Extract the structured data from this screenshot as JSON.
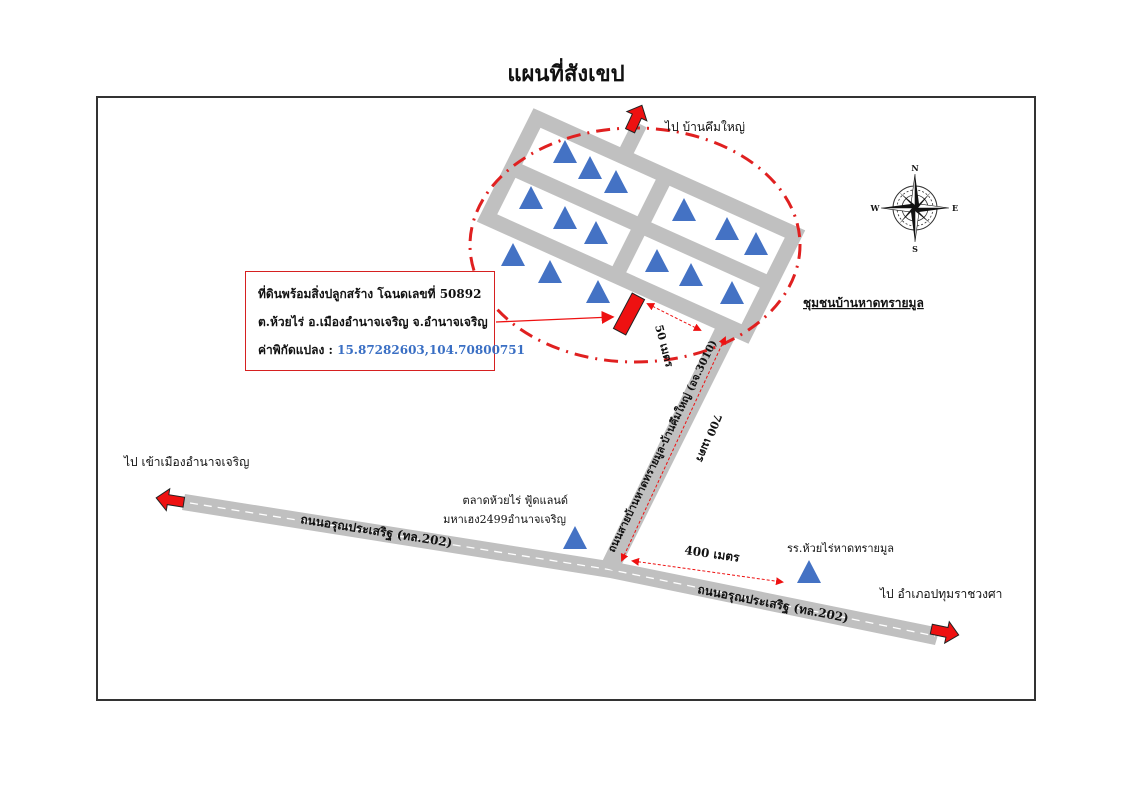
{
  "title": "แผนที่สังเขป",
  "info_box": {
    "line1": "ที่ดินพร้อมสิ่งปลูกสร้าง โฉนดเลขที่ 50892",
    "line2": "ต.ห้วยไร่ อ.เมืองอำนาจเจริญ จ.อำนาจเจริญ",
    "coord_label": "ค่าพิกัดแปลง : ",
    "coord_value": "15.87282603,104.70800751"
  },
  "labels": {
    "to_khum_yai": "ไป บ้านคึมใหญ่",
    "community": "ชุมชนบ้านหาดทรายมูล",
    "to_city": "ไป เข้าเมืองอำนาจเจริญ",
    "to_pathum": "ไป อำเภอปทุมราชวงศา",
    "market_line1": "ตลาดห้วยไร่ ฟู้ดแลนด์",
    "market_line2": "มหาเฮง2499อำนาจเจริญ",
    "school": "รร.ห้วยไร่หาดทรายมูล",
    "main_road_west": "ถนนอรุณประเสริฐ (ทล.202)",
    "main_road_east": "ถนนอรุณประเสริฐ (ทล.202)",
    "side_road": "ถนนสายบ้านหาดทรายมูล-บ้านคึมใหญ่ (อจ.3010)",
    "dist_50": "50 เมตร",
    "dist_700": "700 เมตร",
    "dist_400": "400 เมตร"
  },
  "compass": {
    "n": "N",
    "s": "S",
    "e": "E",
    "w": "W"
  },
  "colors": {
    "road": "#c0c0c0",
    "arrow": "#ee1111",
    "marker": "#4472c4",
    "plot": "#ee1111",
    "boundary": "#e02020"
  }
}
